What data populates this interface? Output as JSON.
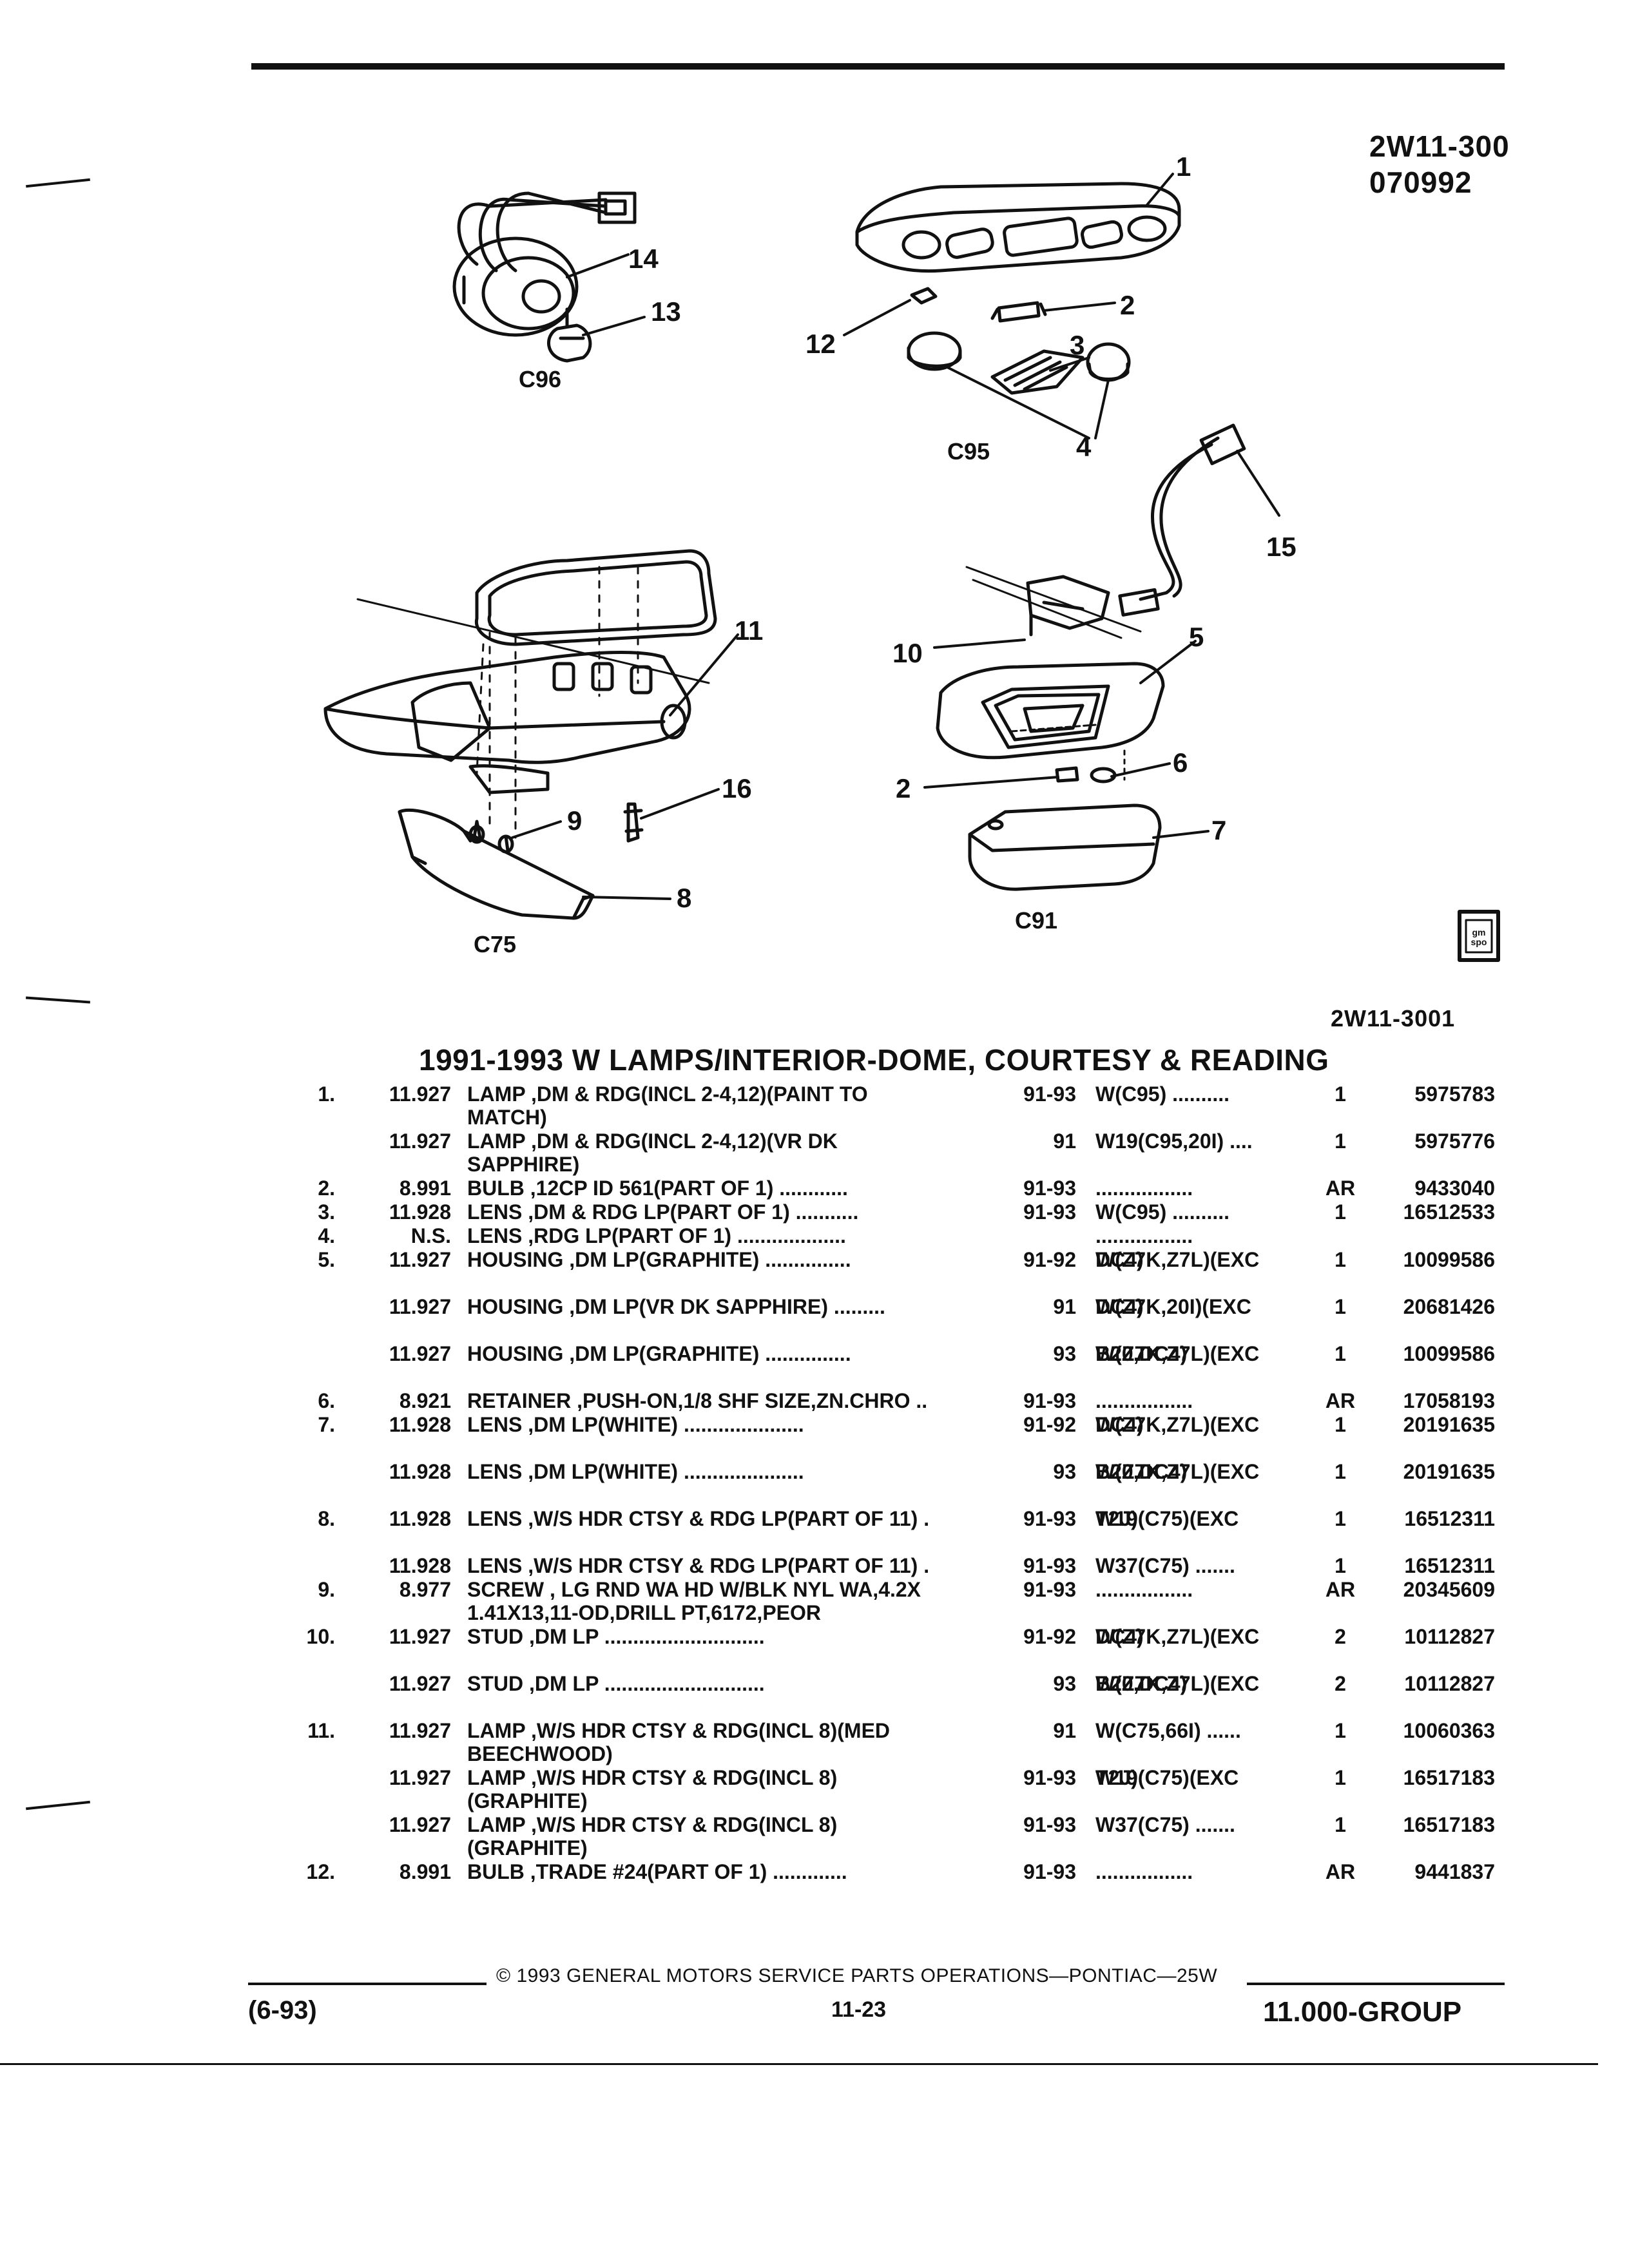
{
  "header": {
    "codes": [
      "2W11-300",
      "070992"
    ],
    "sub_code": "2W11-3001"
  },
  "diagram": {
    "callouts": [
      "1",
      "2",
      "3",
      "4",
      "5",
      "6",
      "7",
      "8",
      "9",
      "10",
      "11",
      "12",
      "13",
      "14",
      "15",
      "16",
      "2"
    ],
    "groups": [
      "C96",
      "C95",
      "C75",
      "C91"
    ],
    "badge": [
      "gm",
      "spo"
    ]
  },
  "section_title": "1991-1993 W LAMPS/INTERIOR-DOME, COURTESY & READING",
  "parts": [
    {
      "item": "1.",
      "group": "11.927",
      "desc": [
        "LAMP ,DM & RDG(INCL 2-4,12)(PAINT TO",
        "MATCH)"
      ],
      "year": "91-93",
      "model": [
        "W(C95) .........."
      ],
      "qty": "1",
      "part": "5975783"
    },
    {
      "item": "",
      "group": "11.927",
      "desc": [
        "LAMP ,DM & RDG(INCL 2-4,12)(VR DK",
        "SAPPHIRE)"
      ],
      "year": "91",
      "model": [
        "W19(C95,20I) ...."
      ],
      "qty": "1",
      "part": "5975776"
    },
    {
      "item": "2.",
      "group": "8.991",
      "desc": [
        "BULB ,12CP ID 561(PART OF 1) ............"
      ],
      "year": "91-93",
      "model": [
        "................."
      ],
      "qty": "AR",
      "part": "9433040"
    },
    {
      "item": "3.",
      "group": "11.928",
      "desc": [
        "LENS ,DM & RDG LP(PART OF 1) ..........."
      ],
      "year": "91-93",
      "model": [
        "W(C95) .........."
      ],
      "qty": "1",
      "part": "16512533"
    },
    {
      "item": "4.",
      "group": "N.S.",
      "desc": [
        "LENS ,RDG LP(PART OF 1) ..................."
      ],
      "year": "",
      "model": [
        "................."
      ],
      "qty": "",
      "part": ""
    },
    {
      "item": "5.",
      "group": "11.927",
      "desc": [
        "HOUSING ,DM LP(GRAPHITE) ..............."
      ],
      "year": "91-92",
      "model": [
        "W(Z7K,Z7L)(EXC",
        "DC4)"
      ],
      "qty": "1",
      "part": "10099586"
    },
    {
      "item": "",
      "group": "11.927",
      "desc": [
        "HOUSING ,DM LP(VR DK SAPPHIRE) ........."
      ],
      "year": "91",
      "model": [
        "W(Z7K,20I)(EXC",
        "DC4)"
      ],
      "qty": "1",
      "part": "20681426"
    },
    {
      "item": "",
      "group": "11.927",
      "desc": [
        "HOUSING ,DM LP(GRAPHITE) ..............."
      ],
      "year": "93",
      "model": [
        "W(Z7K,Z7L)(EXC",
        "B20,DC4)"
      ],
      "qty": "1",
      "part": "10099586"
    },
    {
      "item": "6.",
      "group": "8.921",
      "desc": [
        "RETAINER ,PUSH-ON,1/8 SHF SIZE,ZN.CHRO .."
      ],
      "year": "91-93",
      "model": [
        "................."
      ],
      "qty": "AR",
      "part": "17058193"
    },
    {
      "item": "7.",
      "group": "11.928",
      "desc": [
        "LENS ,DM LP(WHITE) ....................."
      ],
      "year": "91-92",
      "model": [
        "W(Z7K,Z7L)(EXC",
        "DC4)"
      ],
      "qty": "1",
      "part": "20191635"
    },
    {
      "item": "",
      "group": "11.928",
      "desc": [
        "LENS ,DM LP(WHITE) ....................."
      ],
      "year": "93",
      "model": [
        "W(Z7K,Z7L)(EXC",
        "B20,DC4)"
      ],
      "qty": "1",
      "part": "20191635"
    },
    {
      "item": "8.",
      "group": "11.928",
      "desc": [
        "LENS ,W/S HDR CTSY & RDG LP(PART OF 11) ."
      ],
      "year": "91-93",
      "model": [
        "W19(C75)(EXC",
        "T2J)"
      ],
      "qty": "1",
      "part": "16512311"
    },
    {
      "item": "",
      "group": "11.928",
      "desc": [
        "LENS ,W/S HDR CTSY & RDG LP(PART OF 11) ."
      ],
      "year": "91-93",
      "model": [
        "W37(C75) ......."
      ],
      "qty": "1",
      "part": "16512311"
    },
    {
      "item": "9.",
      "group": "8.977",
      "desc": [
        "SCREW , LG RND WA HD W/BLK NYL WA,4.2X",
        "1.41X13,11-OD,DRILL PT,6172,PEOR"
      ],
      "year": "91-93",
      "model": [
        "................."
      ],
      "qty": "AR",
      "part": "20345609"
    },
    {
      "item": "10.",
      "group": "11.927",
      "desc": [
        "STUD ,DM LP ............................"
      ],
      "year": "91-92",
      "model": [
        "W(Z7K,Z7L)(EXC",
        "DC4)"
      ],
      "qty": "2",
      "part": "10112827"
    },
    {
      "item": "",
      "group": "11.927",
      "desc": [
        "STUD ,DM LP ............................"
      ],
      "year": "93",
      "model": [
        "W(Z7K,Z7L)(EXC",
        "B20,DC4)"
      ],
      "qty": "2",
      "part": "10112827"
    },
    {
      "item": "11.",
      "group": "11.927",
      "desc": [
        "LAMP ,W/S HDR CTSY & RDG(INCL 8)(MED",
        "BEECHWOOD)"
      ],
      "year": "91",
      "model": [
        "W(C75,66I) ......"
      ],
      "qty": "1",
      "part": "10060363"
    },
    {
      "item": "",
      "group": "11.927",
      "desc": [
        "LAMP ,W/S HDR CTSY & RDG(INCL 8)",
        "(GRAPHITE)"
      ],
      "year": "91-93",
      "model": [
        "W19(C75)(EXC",
        "T2J)"
      ],
      "qty": "1",
      "part": "16517183"
    },
    {
      "item": "",
      "group": "11.927",
      "desc": [
        "LAMP ,W/S HDR CTSY & RDG(INCL 8)",
        "(GRAPHITE)"
      ],
      "year": "91-93",
      "model": [
        "W37(C75) ......."
      ],
      "qty": "1",
      "part": "16517183"
    },
    {
      "item": "12.",
      "group": "8.991",
      "desc": [
        "BULB ,TRADE #24(PART OF 1) ............."
      ],
      "year": "91-93",
      "model": [
        "................."
      ],
      "qty": "AR",
      "part": "9441837"
    }
  ],
  "footer": {
    "copyright": "© 1993 GENERAL MOTORS SERVICE PARTS OPERATIONS—PONTIAC—25W",
    "date": "(6-93)",
    "page": "11-23",
    "group": "11.000-GROUP"
  }
}
